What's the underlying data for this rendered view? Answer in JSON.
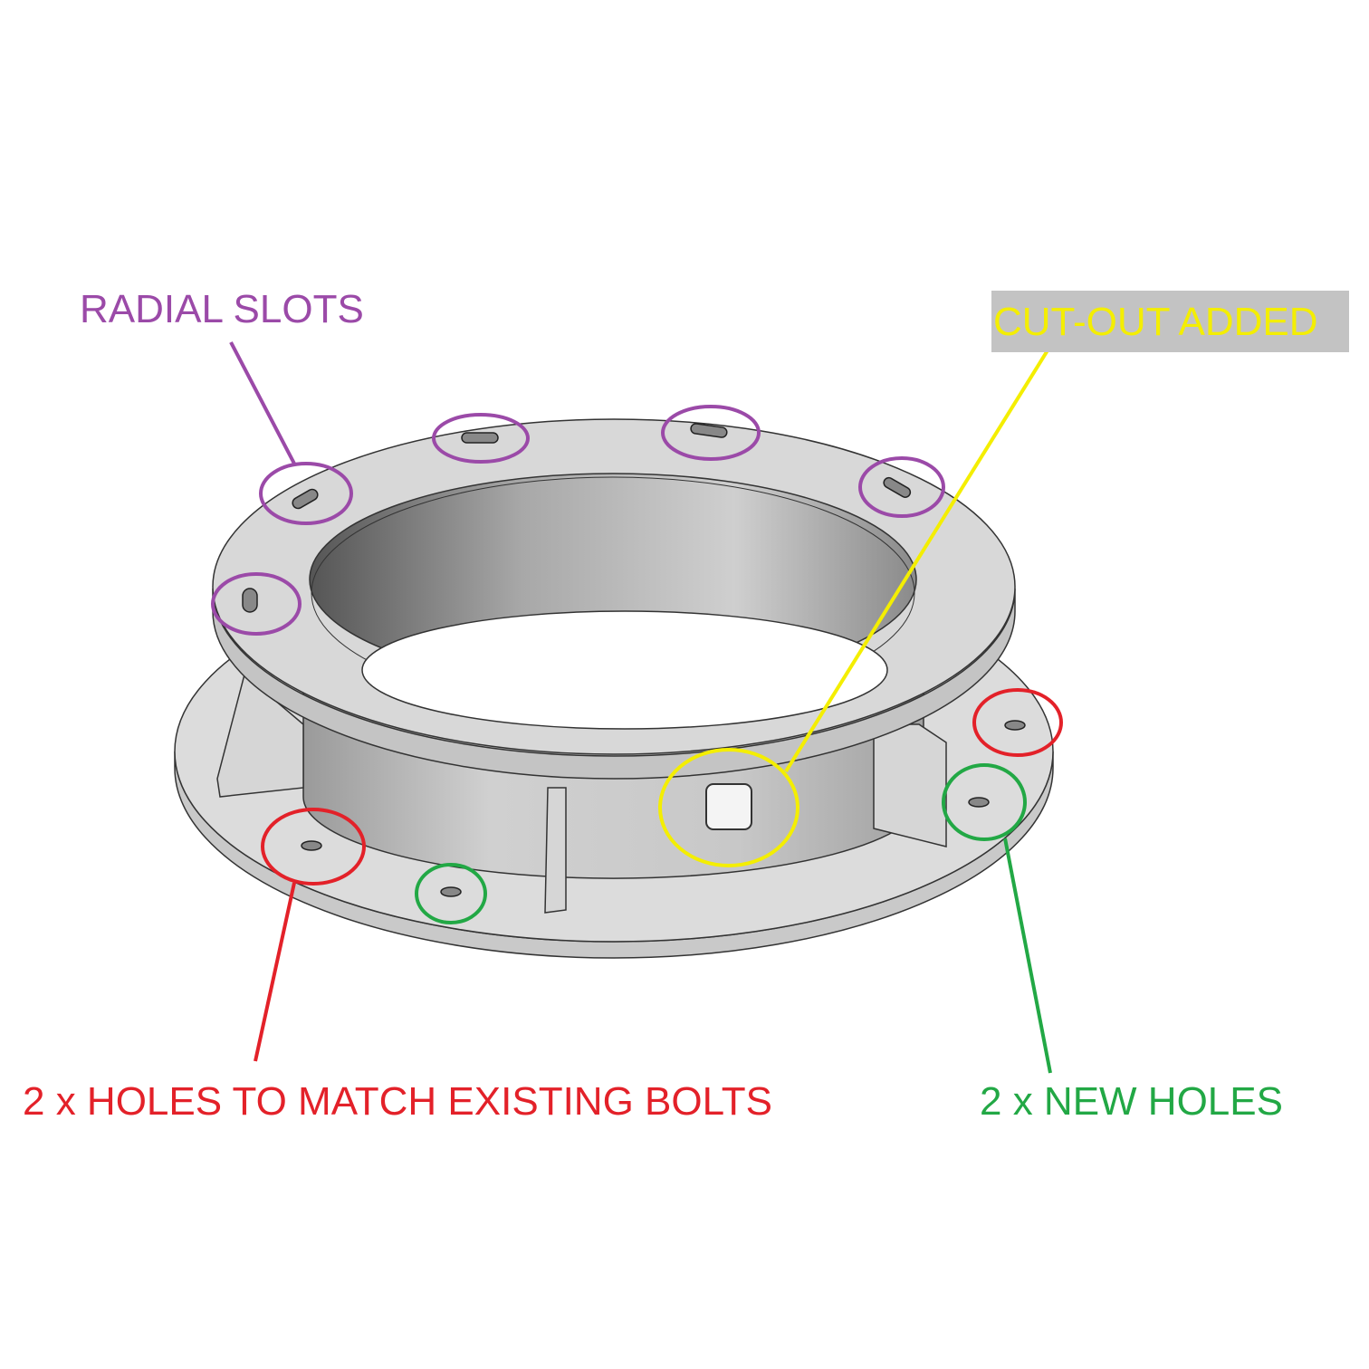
{
  "annotations": {
    "radial_slots": {
      "label": "RADIAL SLOTS",
      "color": "#9b4aa8"
    },
    "cut_out": {
      "label": "CUT-OUT ADDED",
      "color": "#f4ee00",
      "background": "#c3c3c3"
    },
    "existing_holes": {
      "label": "2 x HOLES TO MATCH EXISTING BOLTS",
      "color": "#e32129"
    },
    "new_holes": {
      "label": "2 x NEW HOLES",
      "color": "#22a845"
    }
  }
}
